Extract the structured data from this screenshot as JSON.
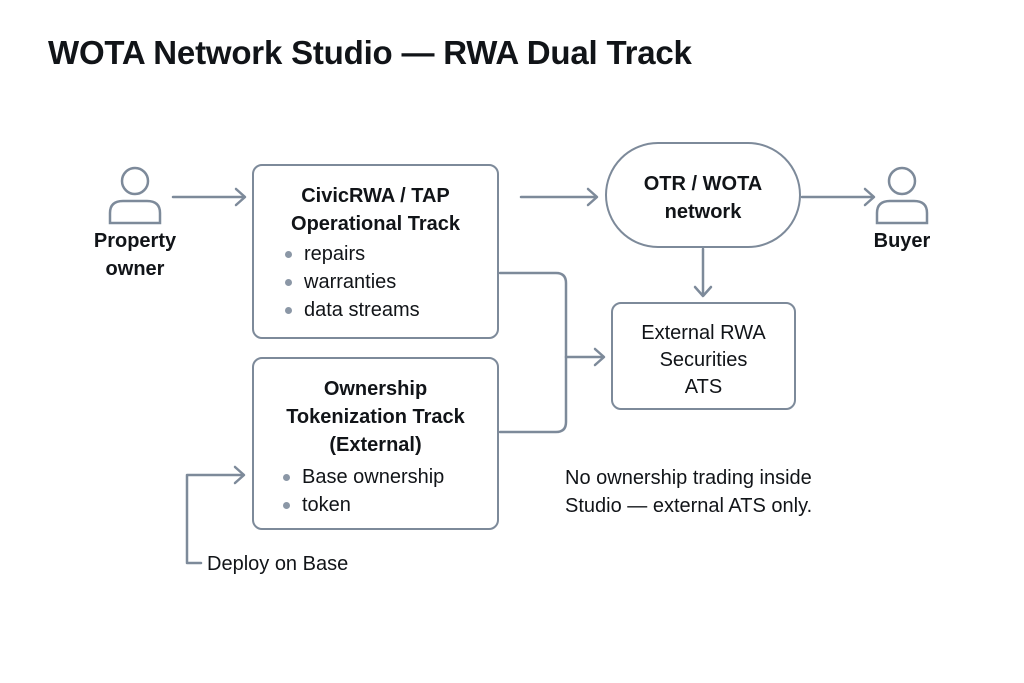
{
  "title": "WOTA Network Studio — RWA Dual Track",
  "colors": {
    "stroke": "#7d8a9a",
    "text": "#111418",
    "bullet": "#8b97a6",
    "background": "#ffffff"
  },
  "actors": {
    "owner": {
      "icon": "person-icon",
      "label_line1": "Property",
      "label_line2": "owner"
    },
    "buyer": {
      "icon": "person-icon",
      "label": "Buyer"
    }
  },
  "operational_track": {
    "title_line1": "CivicRWA / TAP",
    "title_line2": "Operational Track",
    "items": [
      "repairs",
      "warranties",
      "data streams"
    ]
  },
  "ownership_track": {
    "title_line1": "Ownership",
    "title_line2": "Tokenization Track",
    "title_line3": "(External)",
    "items": [
      "Base ownership",
      "token"
    ]
  },
  "network": {
    "line1": "OTR / WOTA",
    "line2": "network"
  },
  "ats": {
    "line1": "External RWA",
    "line2": "Securities",
    "line3": "ATS"
  },
  "note": {
    "line1": "No ownership trading inside",
    "line2": "Studio — external ATS only."
  },
  "deploy_label": "Deploy on Base"
}
